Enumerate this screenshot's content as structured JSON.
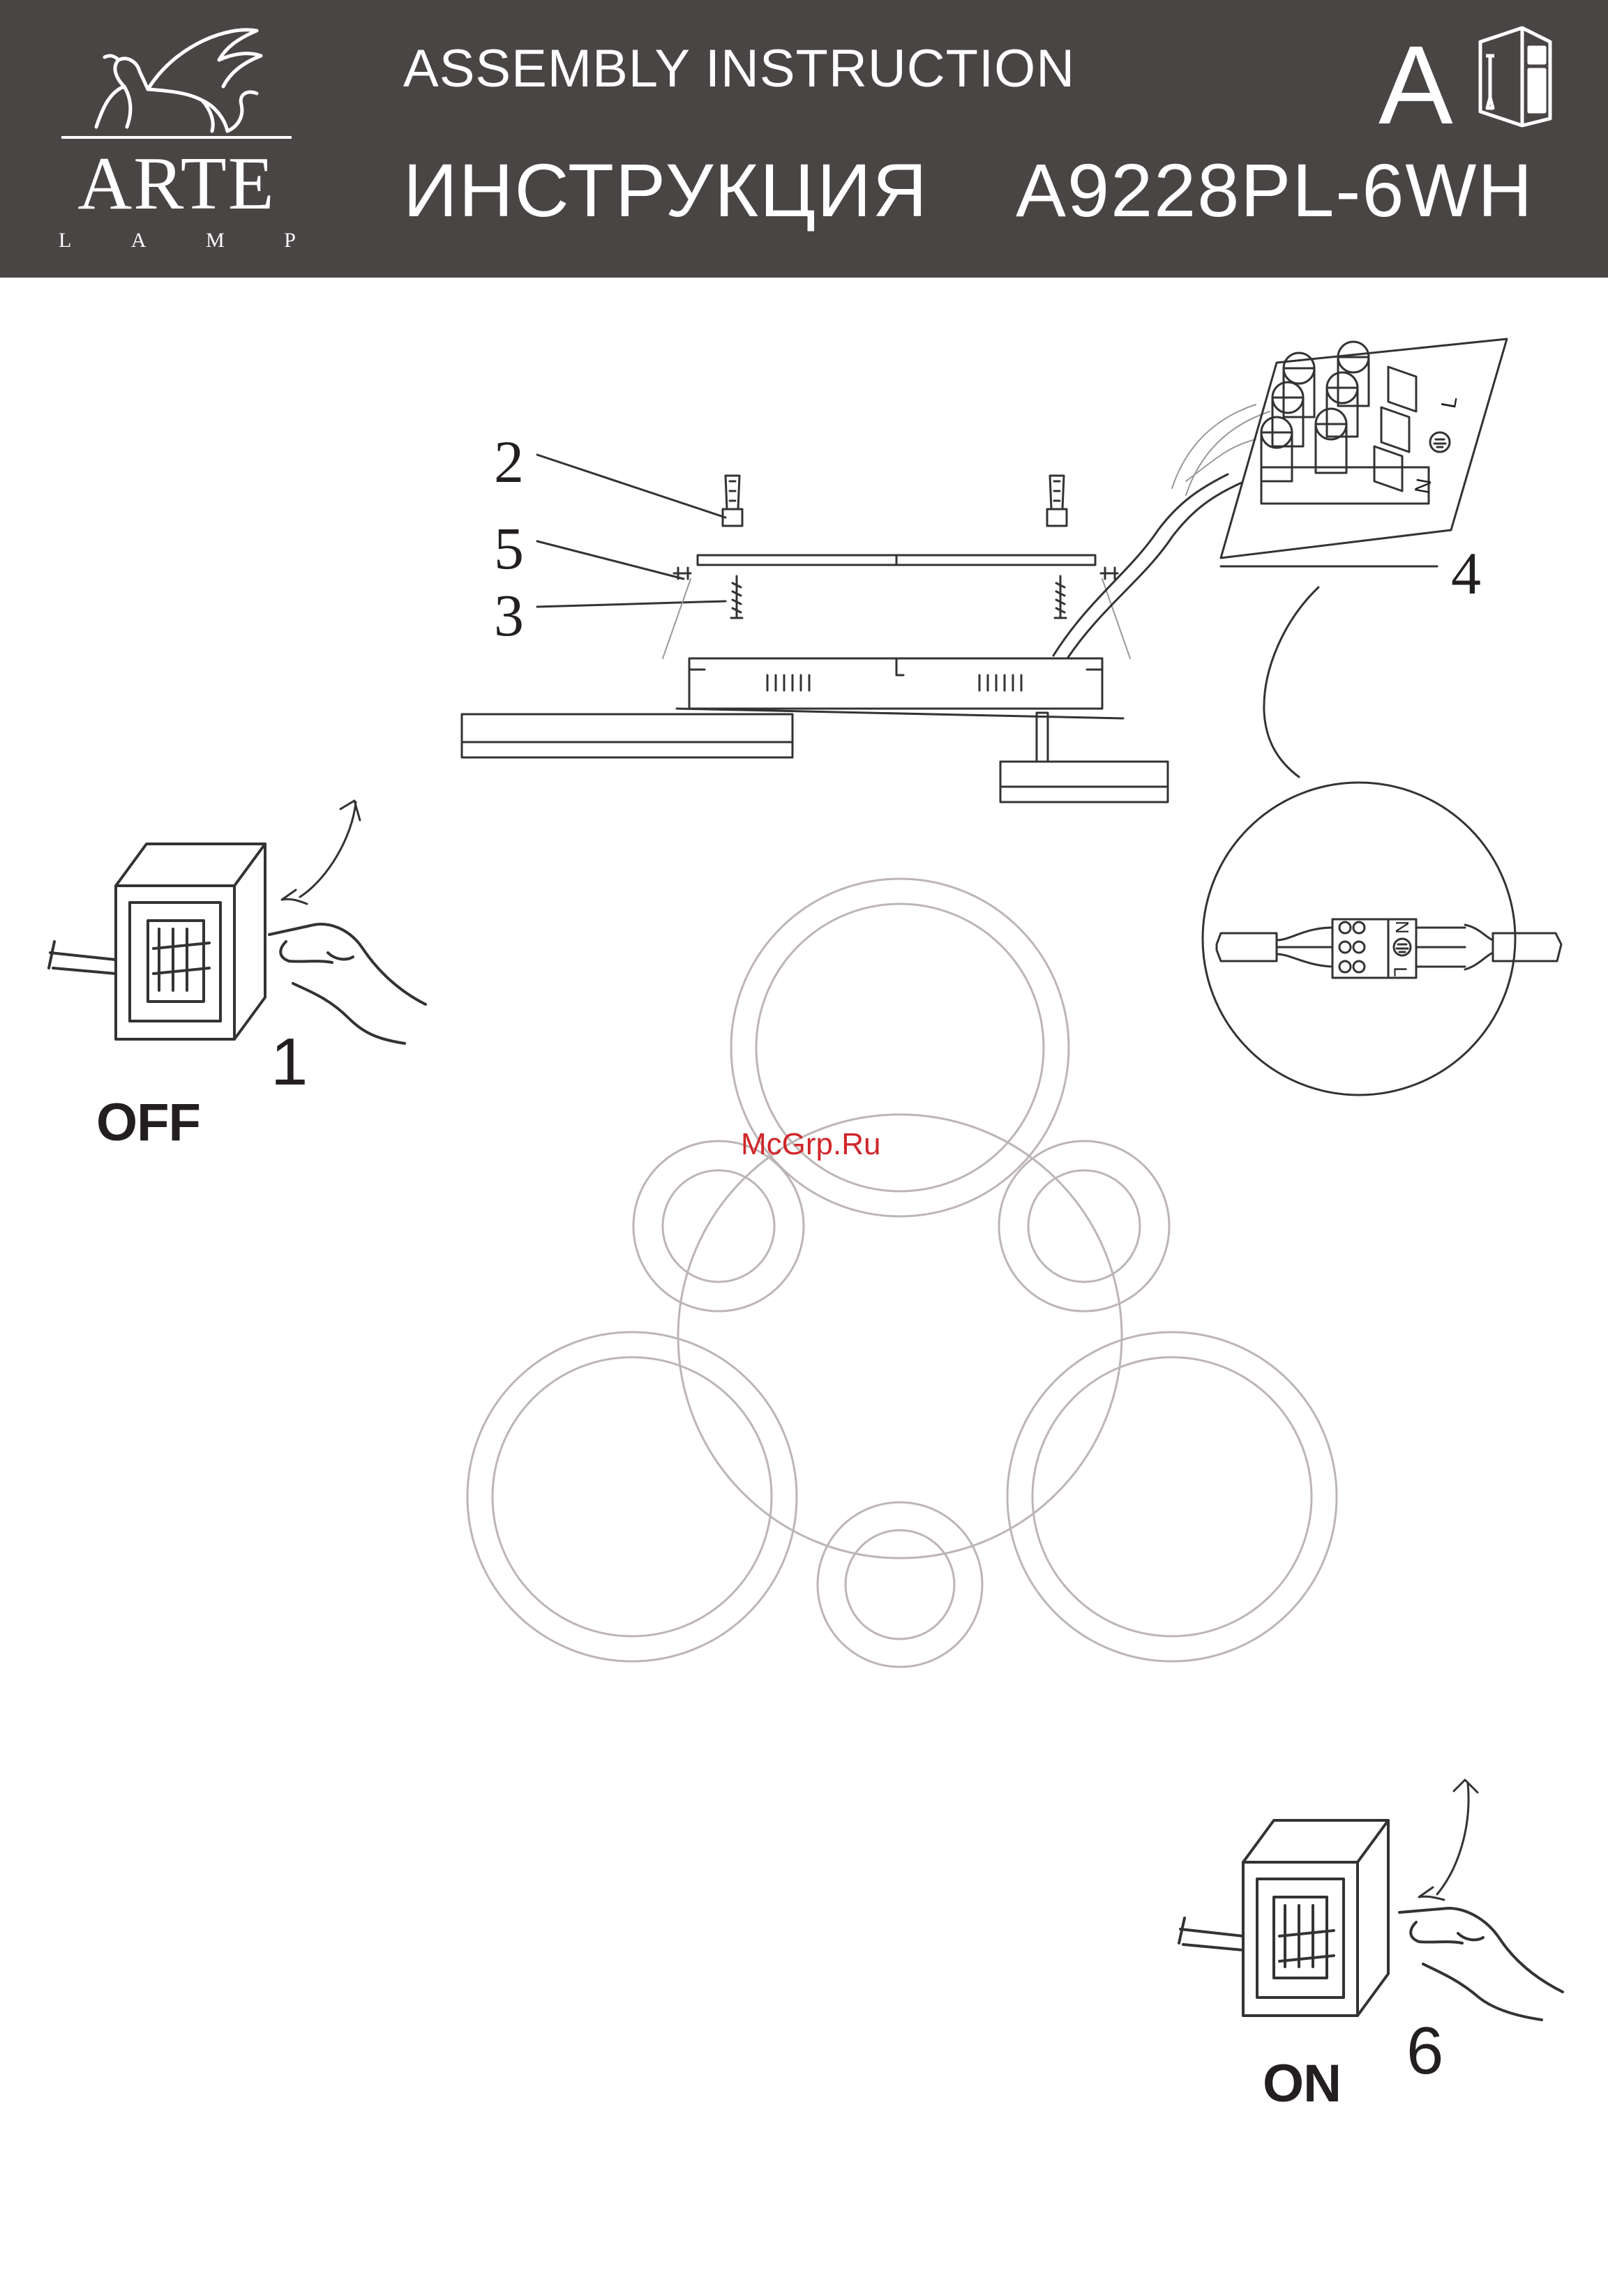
{
  "header": {
    "brand_name": "ARTE",
    "brand_sub": [
      "L",
      "A",
      "M",
      "P"
    ],
    "title_en": "ASSEMBLY  INSTRUCTION",
    "title_ru": "ИНСТРУКЦИЯ",
    "model": "A9228PL-6WH",
    "page_letter": "A",
    "info_icon": "manual-info-icon",
    "info_letter": "i"
  },
  "callouts": {
    "c2": "2",
    "c5": "5",
    "c3": "3",
    "c4": "4"
  },
  "terminal_labels": [
    "L",
    "N"
  ],
  "steps": {
    "step1_number": "1",
    "step1_state": "OFF",
    "step6_number": "6",
    "step6_state": "ON"
  },
  "watermark": "McGrp.Ru"
}
